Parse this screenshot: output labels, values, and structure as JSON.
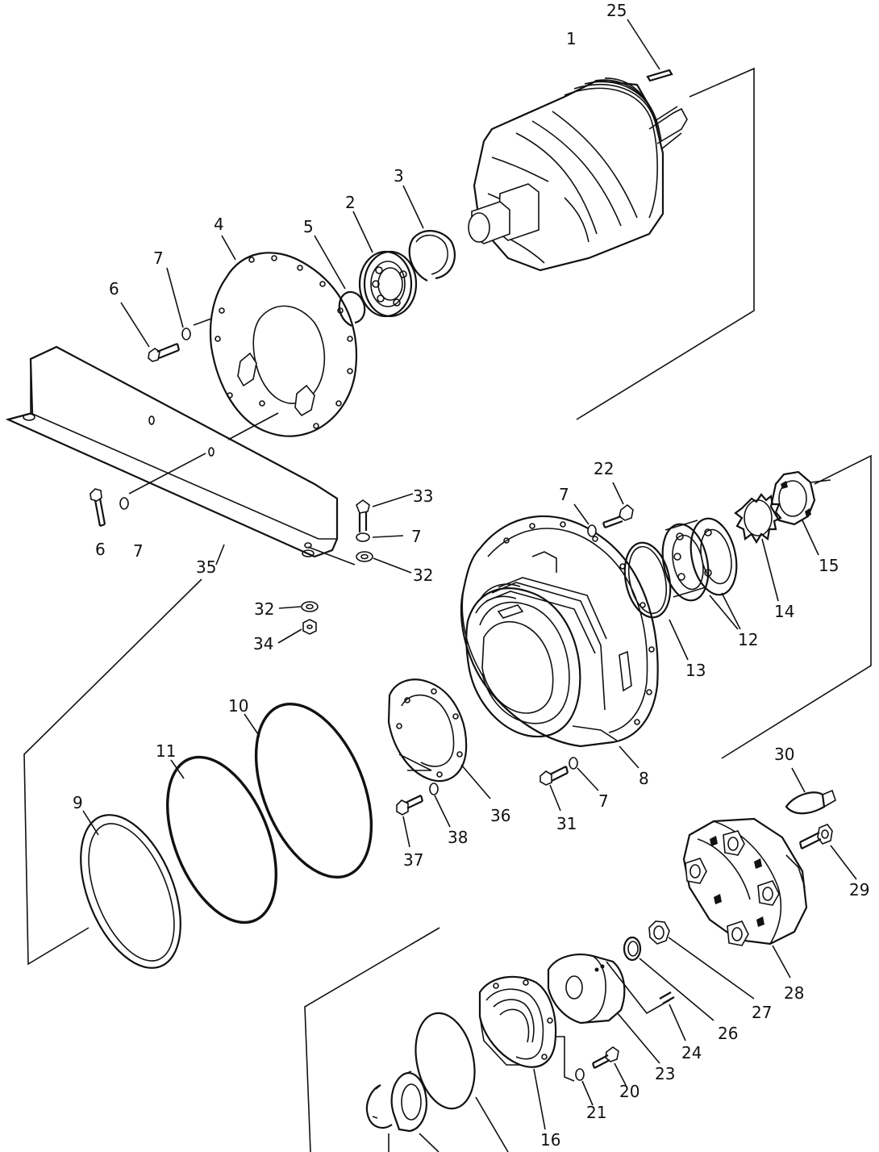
{
  "diagram": {
    "callouts": {
      "p1": "1",
      "p2": "2",
      "p3": "3",
      "p4": "4",
      "p5": "5",
      "p6a": "6",
      "p6b": "6",
      "p7a": "7",
      "p7b": "7",
      "p7c": "7",
      "p7d": "7",
      "p7e": "7",
      "p8": "8",
      "p9": "9",
      "p10": "10",
      "p11": "11",
      "p12": "12",
      "p13": "13",
      "p14": "14",
      "p15": "15",
      "p16": "16",
      "p20": "20",
      "p21": "21",
      "p22": "22",
      "p23": "23",
      "p24": "24",
      "p25": "25",
      "p26": "26",
      "p27": "27",
      "p28": "28",
      "p29": "29",
      "p30": "30",
      "p31": "31",
      "p32a": "32",
      "p32b": "32",
      "p33": "33",
      "p34": "34",
      "p35": "35",
      "p36": "36",
      "p37": "37",
      "p38": "38"
    }
  }
}
